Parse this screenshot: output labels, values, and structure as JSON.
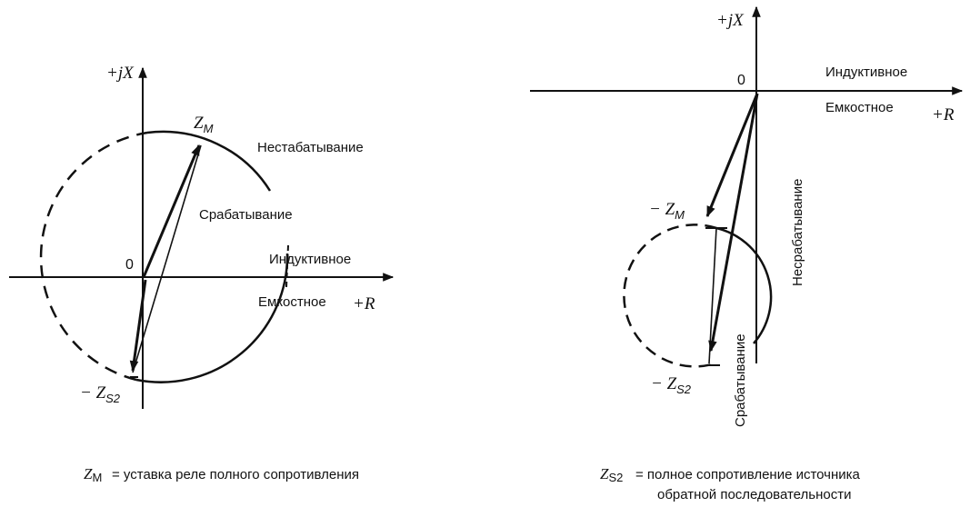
{
  "left_diagram": {
    "y_axis_label": "+jX",
    "x_axis_label": "+R",
    "origin_label": "0",
    "vector_zm_label": "Z",
    "vector_zm_sub": "M",
    "vector_zs2_prefix": "− Z",
    "vector_zs2_sub": "S2",
    "region_outside": "Нестабатывание",
    "region_inside": "Срабатывание",
    "quadrant_upper": "Индуктивное",
    "quadrant_lower": "Емкостное"
  },
  "right_diagram": {
    "y_axis_label": "+jX",
    "x_axis_label": "+R",
    "origin_label": "0",
    "vector_zm_prefix": "− Z",
    "vector_zm_sub": "M",
    "vector_zs2_prefix": "− Z",
    "vector_zs2_sub": "S2",
    "region_outside": "Несрабатывание",
    "region_inside": "Срабатывание",
    "quadrant_upper": "Индуктивное",
    "quadrant_lower": "Емкостное"
  },
  "captions": {
    "left_symbol": "Z",
    "left_symbol_sub": "M",
    "left_text": "= уставка реле полного сопротивления",
    "right_symbol": "Z",
    "right_symbol_sub": "S2",
    "right_text_line1": "= полное сопротивление источника",
    "right_text_line2": "обратной последовательности"
  }
}
